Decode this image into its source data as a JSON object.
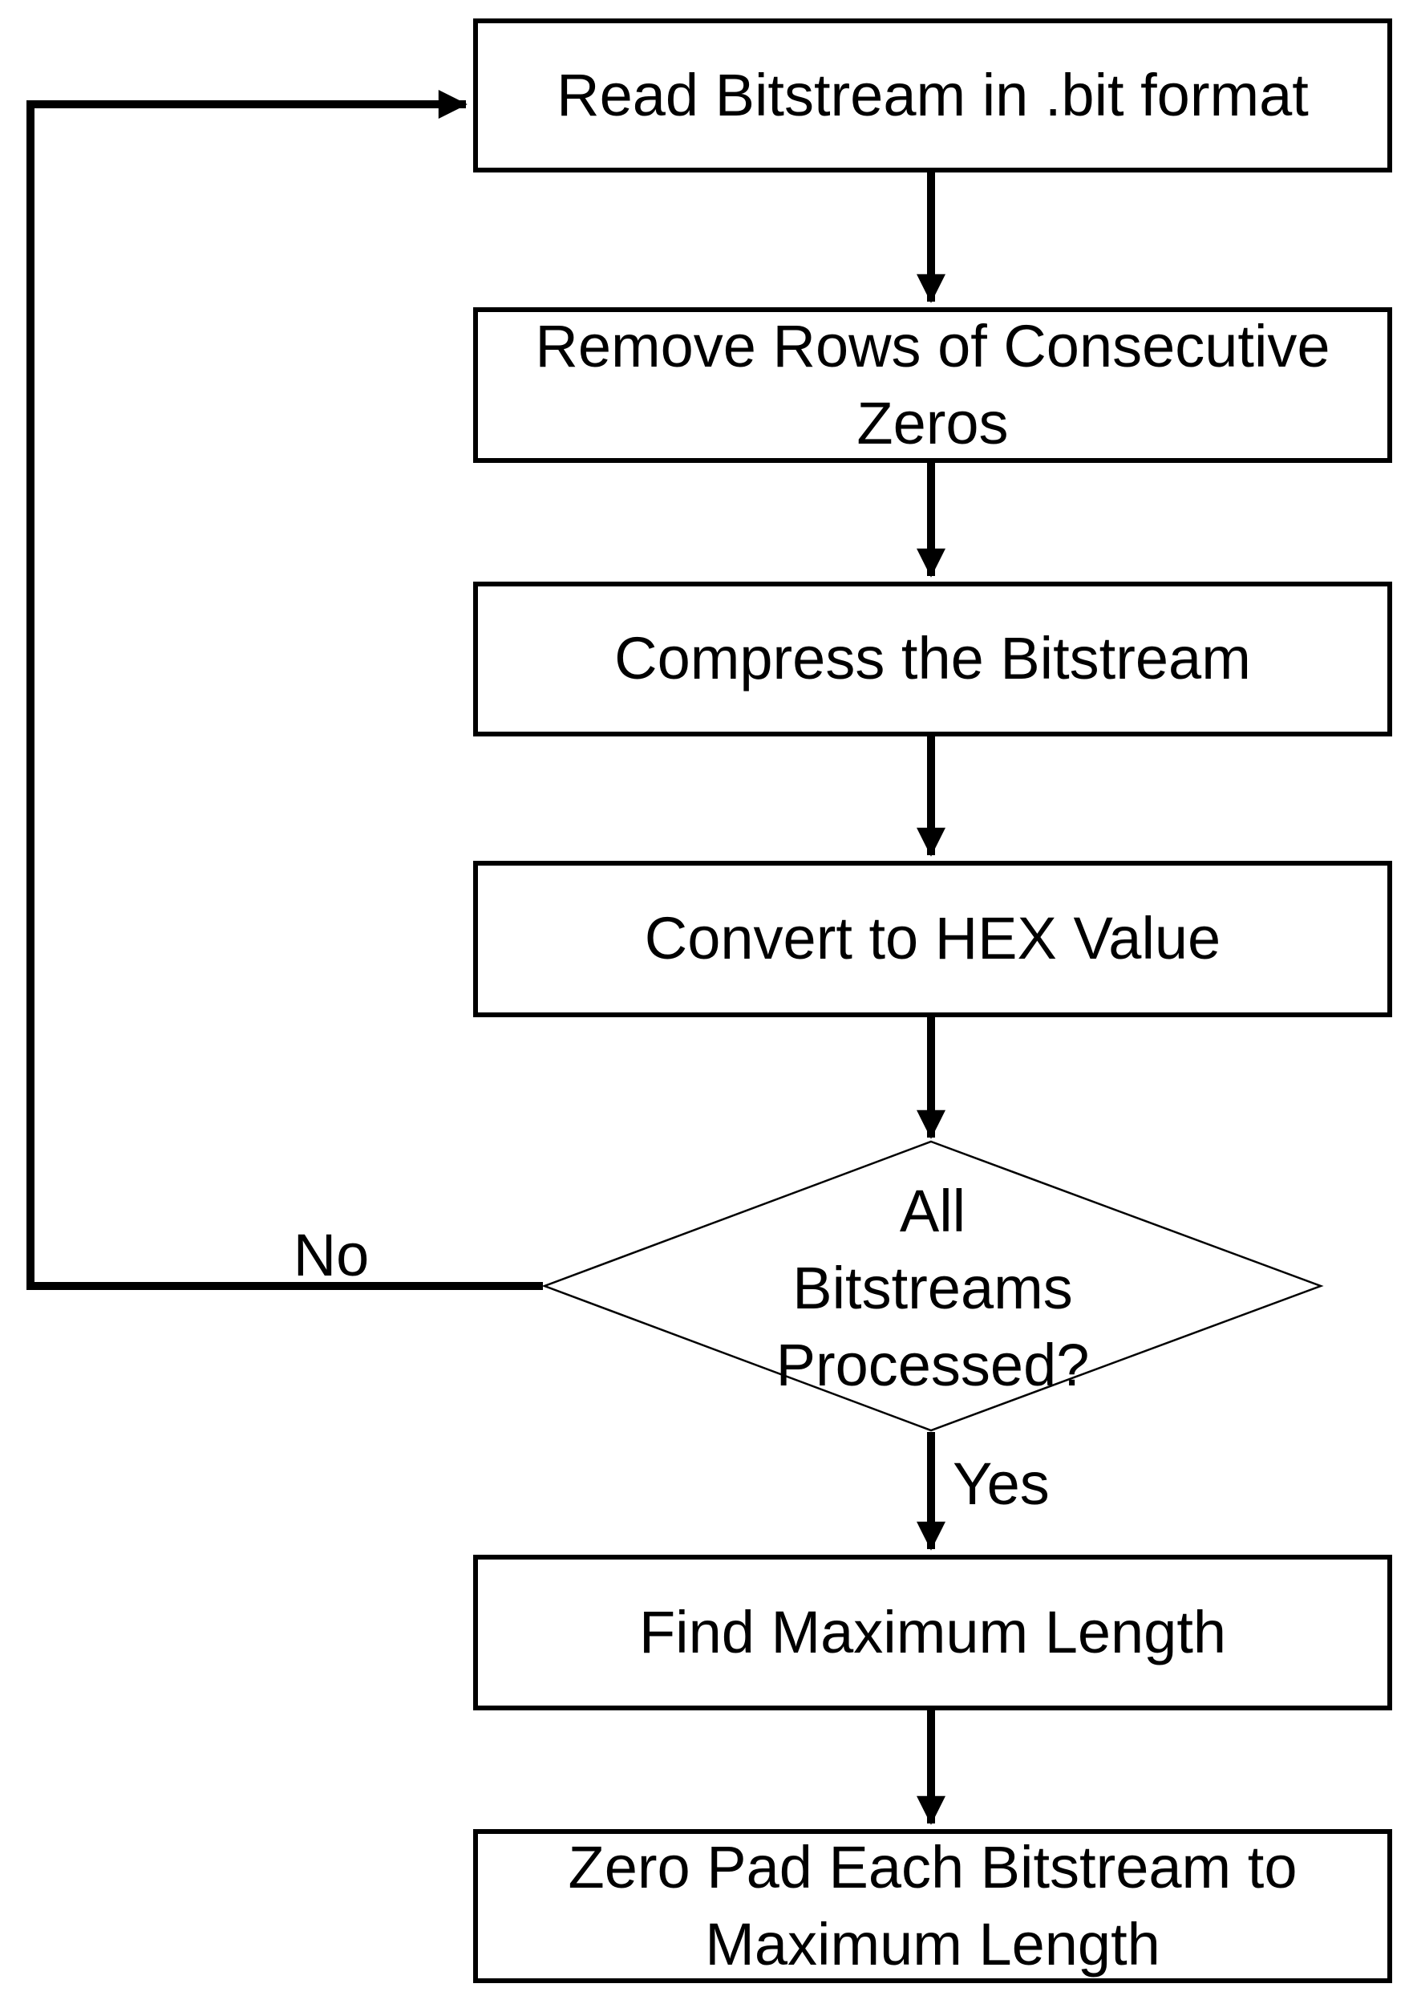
{
  "flowchart": {
    "background_color": "#ffffff",
    "line_color": "#000000",
    "text_color": "#000000",
    "nodes": [
      {
        "id": "read-bitstream",
        "type": "process",
        "label": "Read Bitstream in .bit format"
      },
      {
        "id": "remove-zeros",
        "type": "process",
        "label": "Remove Rows of Consecutive\nZeros"
      },
      {
        "id": "compress",
        "type": "process",
        "label": "Compress the Bitstream"
      },
      {
        "id": "convert-hex",
        "type": "process",
        "label": "Convert to HEX Value"
      },
      {
        "id": "all-processed",
        "type": "decision",
        "label": "All\nBitstreams\nProcessed?"
      },
      {
        "id": "find-max",
        "type": "process",
        "label": "Find Maximum Length"
      },
      {
        "id": "zero-pad",
        "type": "process",
        "label": "Zero Pad Each Bitstream to\nMaximum Length"
      }
    ],
    "edges": [
      {
        "from": "read-bitstream",
        "to": "remove-zeros",
        "label": ""
      },
      {
        "from": "remove-zeros",
        "to": "compress",
        "label": ""
      },
      {
        "from": "compress",
        "to": "convert-hex",
        "label": ""
      },
      {
        "from": "convert-hex",
        "to": "all-processed",
        "label": ""
      },
      {
        "from": "all-processed",
        "to": "find-max",
        "label": "Yes"
      },
      {
        "from": "find-max",
        "to": "zero-pad",
        "label": ""
      },
      {
        "from": "all-processed",
        "to": "read-bitstream",
        "label": "No"
      }
    ]
  }
}
